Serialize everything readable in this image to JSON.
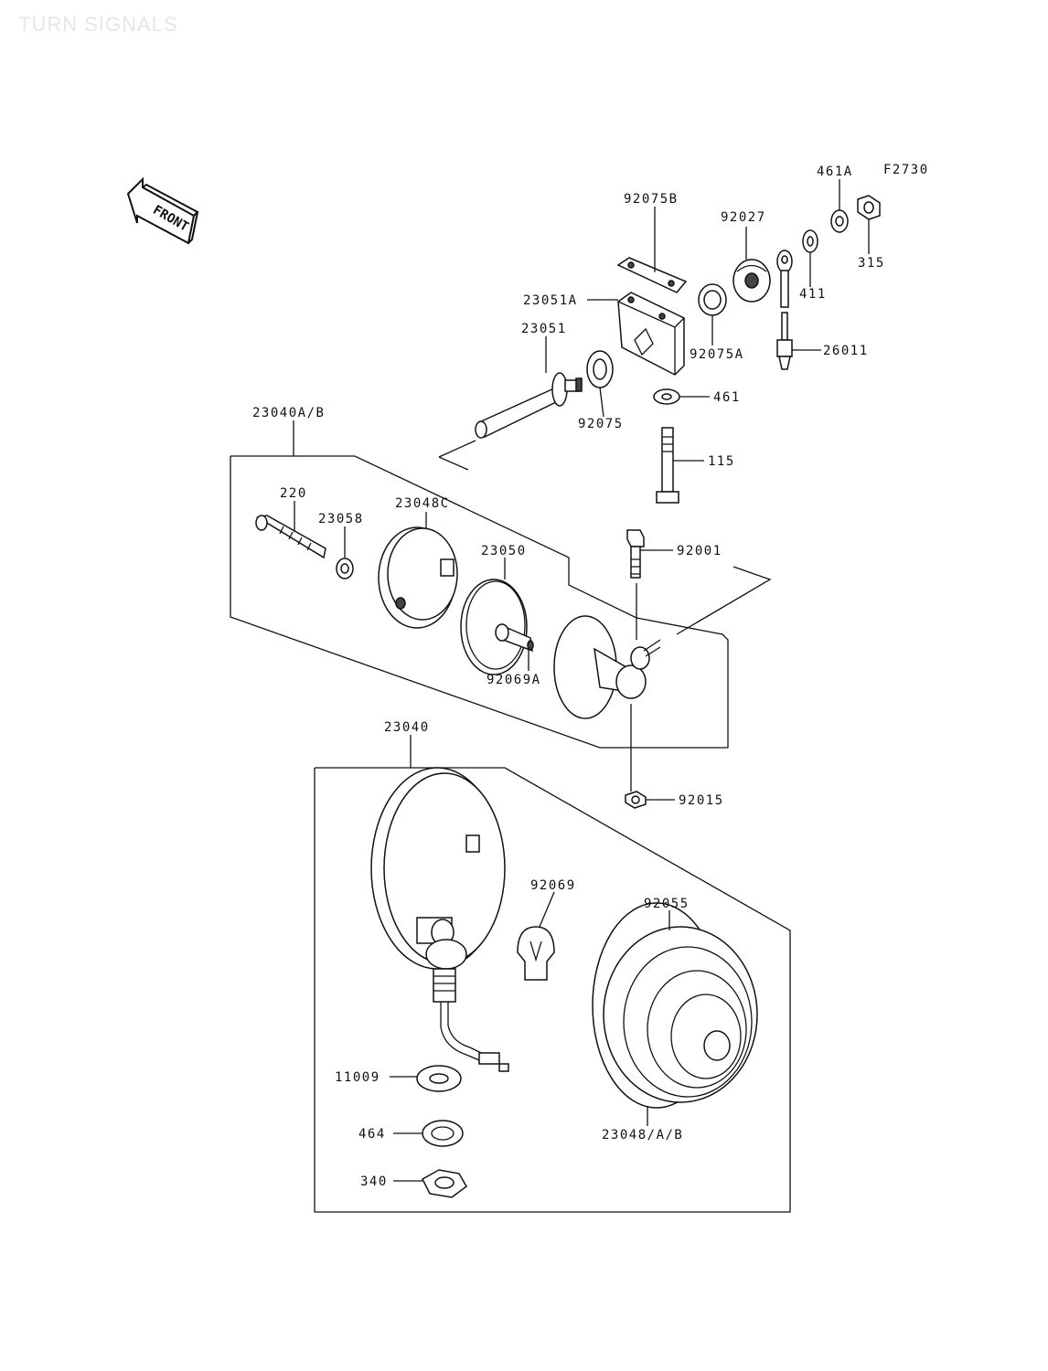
{
  "page_title": "TURN SIGNALS",
  "figure_code": "F2730",
  "front_label": "FRONT",
  "labels": {
    "p461A": "461A",
    "p315": "315",
    "p92075B": "92075B",
    "p92027": "92027",
    "p411": "411",
    "p23051A": "23051A",
    "p92075A": "92075A",
    "p26011": "26011",
    "p23051": "23051",
    "p461": "461",
    "p92075": "92075",
    "p115": "115",
    "p23040AB": "23040A/B",
    "p220": "220",
    "p23058": "23058",
    "p23048C": "23048C",
    "p23050": "23050",
    "p92001": "92001",
    "p92069A": "92069A",
    "p23040": "23040",
    "p92015": "92015",
    "p92069": "92069",
    "p92055": "92055",
    "p11009": "11009",
    "p464": "464",
    "p340": "340",
    "p23048AB": "23048/A/B"
  }
}
